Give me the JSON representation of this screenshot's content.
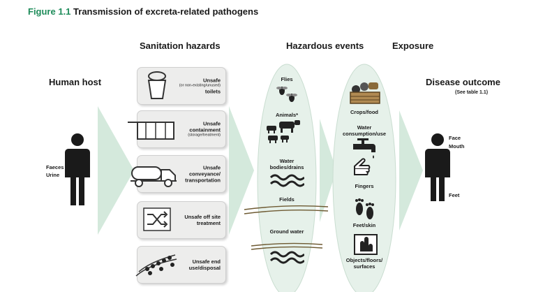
{
  "figure": {
    "number": "Figure 1.1",
    "title": "Transmission of excreta-related pathogens"
  },
  "columns": {
    "sanitation_hazards": "Sanitation hazards",
    "hazardous_events": "Hazardous events",
    "exposure": "Exposure"
  },
  "human_host": {
    "title": "Human host",
    "outputs": [
      "Faeces",
      "Urine"
    ]
  },
  "hazards": [
    {
      "line1": "Unsafe",
      "sub": "(or non-existing/unused)",
      "line2": "toilets",
      "icon": "toilet-icon"
    },
    {
      "line1": "Unsafe",
      "line2": "containment",
      "sub": "(storage/treatment)",
      "icon": "septic-tank-icon"
    },
    {
      "line1": "Unsafe",
      "line2": "conveyance/",
      "line3": "transportation",
      "icon": "tanker-truck-icon"
    },
    {
      "line1": "Unsafe off site",
      "line2": "treatment",
      "icon": "shuffle-icon"
    },
    {
      "line1": "Unsafe end",
      "line2": "use/disposal",
      "icon": "crops-field-icon"
    }
  ],
  "events": [
    {
      "label": "Flies",
      "icon": "flies-icon"
    },
    {
      "label": "Animals*",
      "icon": "animals-icon"
    },
    {
      "label": "Water bodies/drains",
      "icon": "water-waves-icon"
    },
    {
      "label": "Fields",
      "icon": "field-lines-icon"
    },
    {
      "label": "Ground water",
      "icon": "groundwater-icon"
    }
  ],
  "exposure_routes": [
    {
      "label": "Crops/food",
      "icon": "food-basket-icon"
    },
    {
      "label": "Water consumption/use",
      "icon": "tap-icon"
    },
    {
      "label": "Fingers",
      "icon": "hand-icon"
    },
    {
      "label": "Feet/skin",
      "icon": "footprints-icon"
    },
    {
      "label": "Objects/floors/ surfaces",
      "icon": "objects-icon"
    }
  ],
  "disease_outcome": {
    "title": "Disease outcome",
    "subtitle": "(See table 1.1)",
    "routes": [
      "Face",
      "Mouth",
      "Feet"
    ]
  },
  "colors": {
    "figure_number": "#1e8c5a",
    "arrow_fill": "#d4e9dc",
    "ellipse_fill": "#e6f1ea",
    "card_bg": "#ededec",
    "silhouette": "#1a1a1a"
  }
}
